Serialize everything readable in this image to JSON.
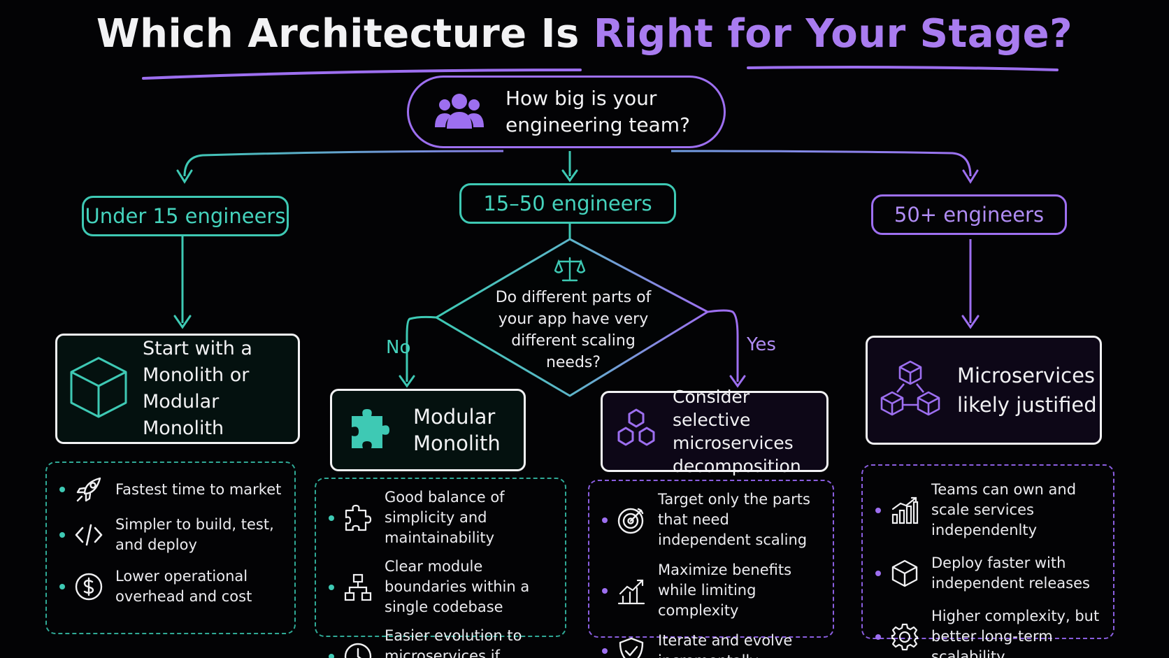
{
  "title": {
    "part1": "Which Architecture Is",
    "part2": "Right for Your Stage?"
  },
  "root": {
    "question": "How big is your engineering team?",
    "icon": "users-icon"
  },
  "branches": {
    "small": "Under 15 engineers",
    "medium": "15–50 engineers",
    "large": "50+ engineers"
  },
  "decision": {
    "question": "Do different parts of your app have very different scaling needs?",
    "icon": "scales-icon",
    "no_label": "No",
    "yes_label": "Yes"
  },
  "results": {
    "small": {
      "text": "Start with a Monolith or Modular Monolith",
      "icon": "cube-icon"
    },
    "medium_no": {
      "text": "Modular Monolith",
      "icon": "puzzle-icon"
    },
    "medium_yes": {
      "text": "Consider selective microservices decomposition",
      "icon": "hexagons-icon"
    },
    "large": {
      "text": "Microservices likely justified",
      "icon": "network-cubes-icon"
    }
  },
  "lists": {
    "small": [
      {
        "icon": "rocket-icon",
        "text": "Fastest time to market"
      },
      {
        "icon": "code-icon",
        "text": "Simpler to build, test, and deploy"
      },
      {
        "icon": "dollar-icon",
        "text": "Lower operational overhead and cost"
      }
    ],
    "medium_no": [
      {
        "icon": "puzzle-outline-icon",
        "text": "Good balance of simplicity and maintainability"
      },
      {
        "icon": "hierarchy-icon",
        "text": "Clear module boundaries within a single codebase"
      },
      {
        "icon": "clock-icon",
        "text": "Easier evolution to microservices if needed"
      }
    ],
    "medium_yes": [
      {
        "icon": "target-icon",
        "text": "Target only the parts that need independent scaling"
      },
      {
        "icon": "growth-chart-icon",
        "text": "Maximize benefits while limiting complexity"
      },
      {
        "icon": "shield-check-icon",
        "text": "Iterate and evolve incrementally"
      }
    ],
    "large": [
      {
        "icon": "bar-chart-icon",
        "text": "Teams can own and scale services independenlty"
      },
      {
        "icon": "box-icon",
        "text": "Deploy faster with independent releases"
      },
      {
        "icon": "gear-icon",
        "text": "Higher complexity, but better long-term scalability"
      }
    ]
  },
  "colors": {
    "teal": "#3ec9b4",
    "purple": "#9d6ff0",
    "background": "#030305"
  }
}
